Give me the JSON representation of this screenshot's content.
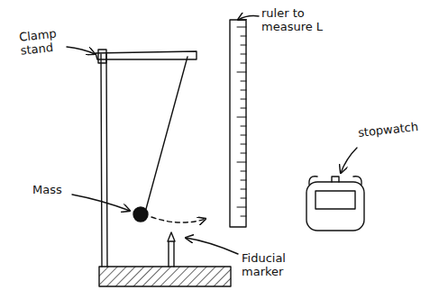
{
  "diagram": {
    "labels": [
      "Clamp stand",
      "Mass",
      "ruler to measure L",
      "stopwatch",
      "Fiducial marker"
    ]
  }
}
